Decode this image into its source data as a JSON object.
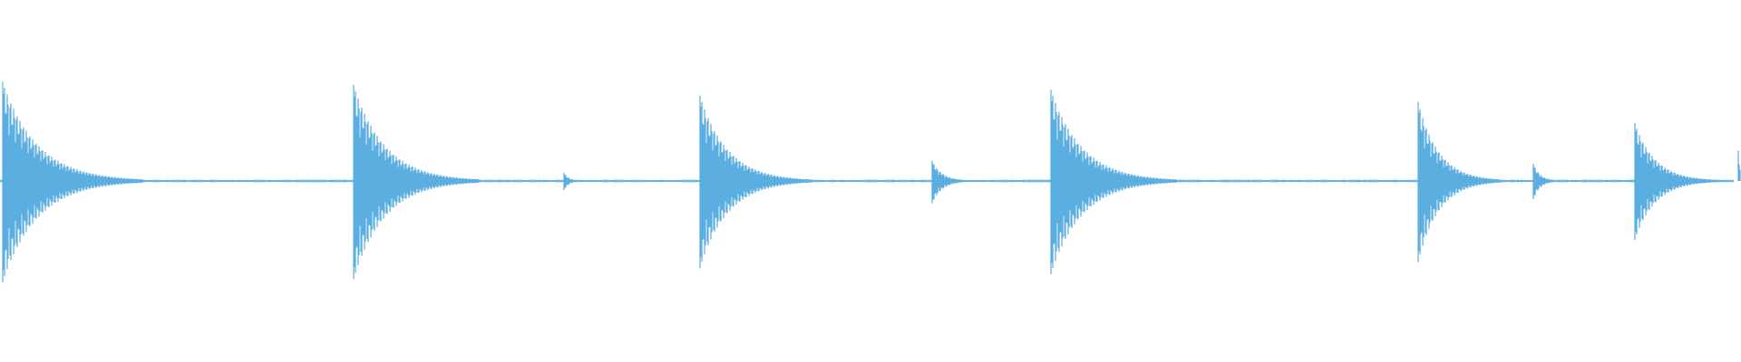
{
  "waveform": {
    "color": "#5aaee0",
    "duration_fraction_visible": 1.0,
    "baseline_amplitude": 0.01,
    "transients": [
      {
        "t": 0.0013,
        "peak_up": 0.98,
        "peak_down": 1.0,
        "decay": 0.02
      },
      {
        "t": 0.203,
        "peak_up": 0.95,
        "peak_down": 0.97,
        "decay": 0.018
      },
      {
        "t": 0.324,
        "peak_up": 0.08,
        "peak_down": 0.09,
        "decay": 0.003
      },
      {
        "t": 0.402,
        "peak_up": 0.84,
        "peak_down": 0.86,
        "decay": 0.016
      },
      {
        "t": 0.5355,
        "peak_up": 0.2,
        "peak_down": 0.22,
        "decay": 0.006
      },
      {
        "t": 0.6035,
        "peak_up": 0.9,
        "peak_down": 0.92,
        "decay": 0.018
      },
      {
        "t": 0.815,
        "peak_up": 0.78,
        "peak_down": 0.8,
        "decay": 0.012
      },
      {
        "t": 0.881,
        "peak_up": 0.17,
        "peak_down": 0.18,
        "decay": 0.004
      },
      {
        "t": 0.9395,
        "peak_up": 0.57,
        "peak_down": 0.58,
        "decay": 0.012
      },
      {
        "t": 0.999,
        "peak_up": 0.3,
        "peak_down": 0.0,
        "decay": 0.001
      }
    ]
  }
}
